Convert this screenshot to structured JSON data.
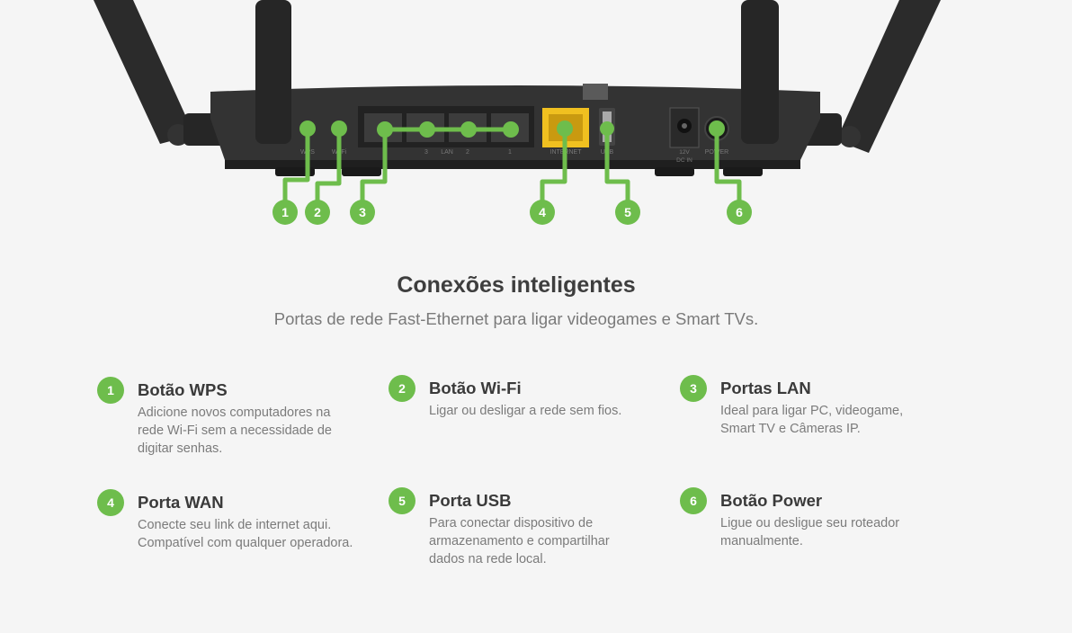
{
  "router": {
    "port_labels": {
      "wps": "WPS",
      "wifi": "Wi-Fi",
      "lan3": "3",
      "lan": "LAN",
      "lan2": "2",
      "lan1": "1",
      "internet": "INTERNET",
      "usb": "USB",
      "dc_voltage": "12V",
      "dc_in": "DC IN",
      "power": "POWER"
    },
    "callouts": [
      "1",
      "2",
      "3",
      "4",
      "5",
      "6"
    ]
  },
  "section": {
    "title": "Conexões inteligentes",
    "subtitle": "Portas de rede Fast-Ethernet para ligar videogames e Smart TVs."
  },
  "features": [
    {
      "number": "1",
      "title": "Botão WPS",
      "desc": "Adicione novos computadores na rede Wi-Fi sem a necessidade de digitar senhas."
    },
    {
      "number": "2",
      "title": "Botão Wi-Fi",
      "desc": "Ligar ou desligar a rede sem fios."
    },
    {
      "number": "3",
      "title": "Portas LAN",
      "desc": "Ideal para ligar PC, videogame, Smart TV e Câmeras IP."
    },
    {
      "number": "4",
      "title": "Porta WAN",
      "desc": "Conecte seu link de internet aqui. Compatível com qualquer operadora."
    },
    {
      "number": "5",
      "title": "Porta USB",
      "desc": "Para conectar dispositivo de armazenamento e compartilhar dados na rede local."
    },
    {
      "number": "6",
      "title": "Botão Power",
      "desc": "Ligue ou desligue seu roteador manualmente."
    }
  ],
  "colors": {
    "accent_green": "#6ebd4c",
    "router_body": "#2e2e2e",
    "wan_port_yellow": "#f0c020",
    "background": "#f5f5f5"
  }
}
